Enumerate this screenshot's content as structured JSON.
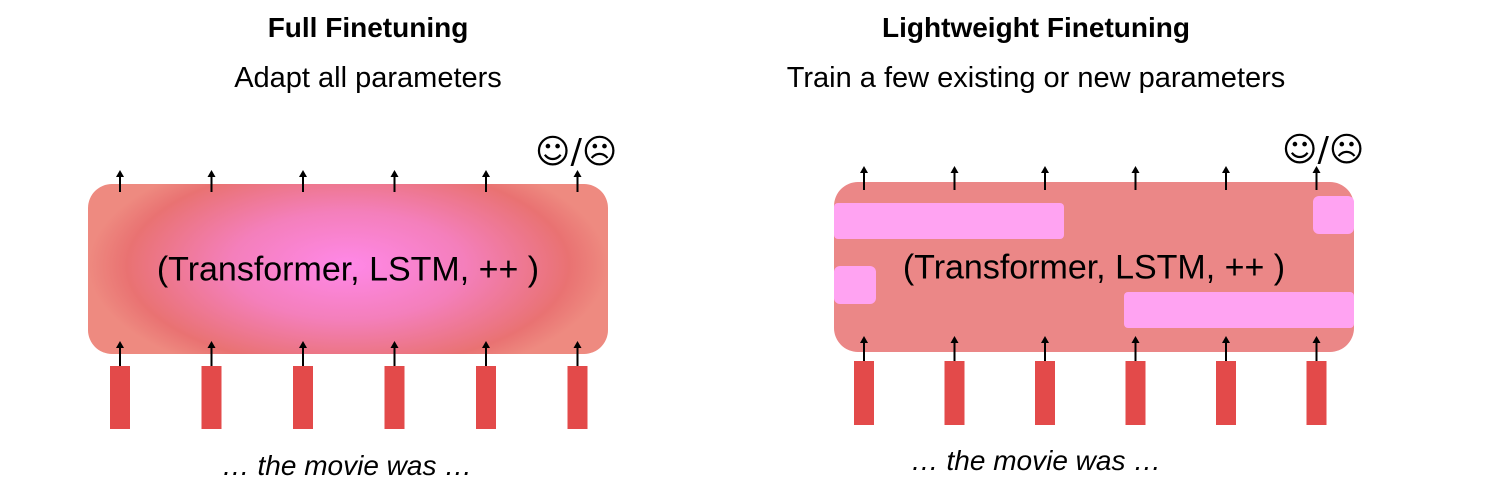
{
  "left_panel": {
    "title": "Full Finetuning",
    "subtitle": "Adapt all parameters",
    "model_label": "(Transformer, LSTM, ++ )",
    "output_symbols": "☺/☹",
    "input_caption": "… the movie was …",
    "token_count": 6,
    "colors": {
      "model_center": "#ff88e8",
      "model_edge": "#e97272",
      "token": "#e34a4a"
    }
  },
  "right_panel": {
    "title": "Lightweight Finetuning",
    "subtitle": "Train a few existing or new parameters",
    "model_label": "(Transformer, LSTM, ++ )",
    "output_symbols": "☺/☹",
    "input_caption": "… the movie was …",
    "token_count": 6,
    "colors": {
      "model": "#eb8787",
      "trainable_block": "#ffa3f2",
      "token": "#e34a4a"
    }
  }
}
